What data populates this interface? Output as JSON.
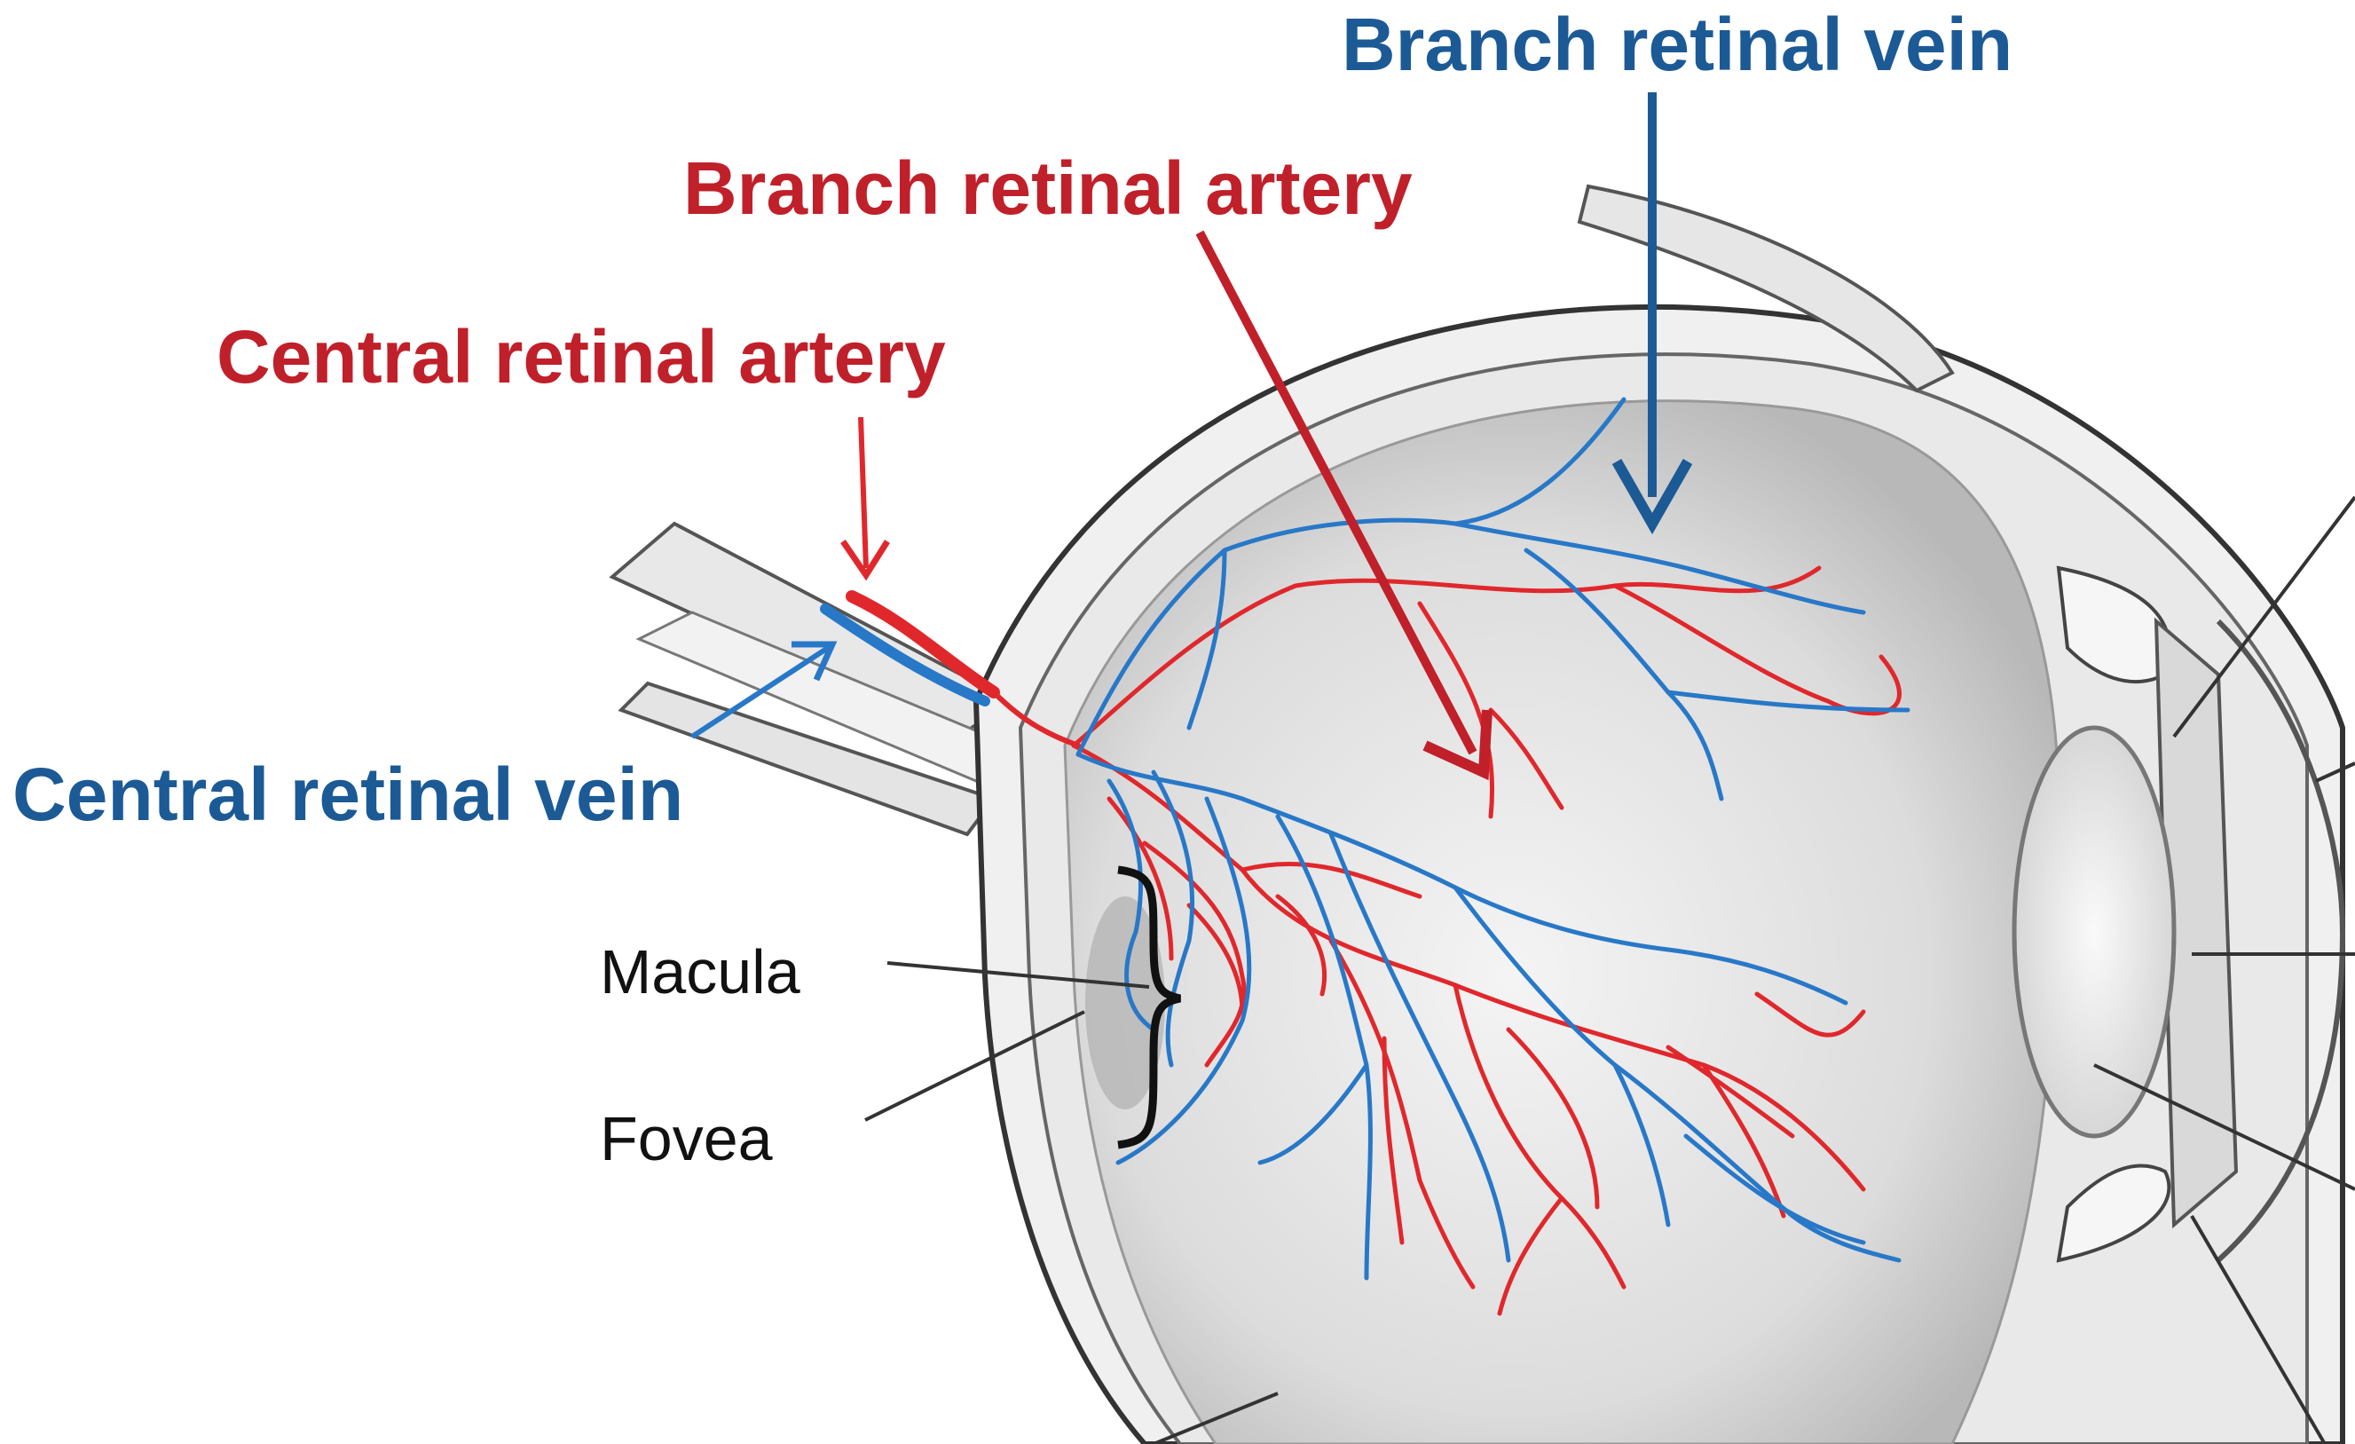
{
  "labels": {
    "branch_retinal_vein": "Branch retinal vein",
    "branch_retinal_artery": "Branch retinal artery",
    "central_retinal_artery": "Central retinal artery",
    "central_retinal_vein": "Central retinal vein",
    "macula": "Macula",
    "fovea": "Fovea"
  },
  "colors": {
    "artery_label": "#c0202a",
    "vein_label": "#1c5a96",
    "artery_vessel": "#e0282c",
    "vein_vessel": "#2878c8",
    "leader_line": "#333333"
  }
}
